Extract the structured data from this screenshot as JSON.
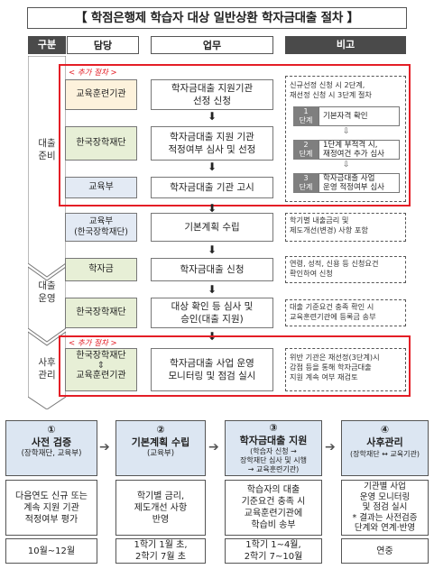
{
  "title": "【 학점은행제 학습자 대상 일반상환 학자금대출 절차 】",
  "headers": {
    "category": "구분",
    "owner": "담당",
    "task": "업무",
    "note": "비고"
  },
  "side_labels": {
    "prep": "대출\n준비",
    "ops": "대출\n운영",
    "post": "사후\n관리"
  },
  "extra_label": "< 추가 절차 >",
  "rows": [
    {
      "org": "교육훈련기관",
      "task": "학자금대출 지원기관\n선정 신청"
    },
    {
      "org": "한국장학재단",
      "task": "학자금대출 지원 기관\n적정여부 심사 및 선정"
    },
    {
      "org": "교육부",
      "task": "학자금대출 기관 고시"
    },
    {
      "org": "교육부\n(한국장학재단)",
      "task": "기본계획 수립",
      "note": "학기별 내출금리 및\n제도개선(변경) 사항 포함"
    },
    {
      "org": "학자금",
      "task": "학자금대출 신청",
      "note": "연령, 성적, 신용 등 신청요건\n확인하여 신청"
    },
    {
      "org": "한국장학재단",
      "task": "대상 확인 등 심사 및\n승인(대출 지원)",
      "note": "대출 기준요건 충족 확인 시\n교육훈련기관에 등록금 송부"
    }
  ],
  "prep_note": "신규선정 신청 시 2단계,\n재선정 신청 시 3단계 절차",
  "stages": [
    {
      "no": "1\n단계",
      "text": "기본자격 확인"
    },
    {
      "no": "2\n단계",
      "text": "1단계 부적격 시,\n재정여건 추가 심사"
    },
    {
      "no": "3\n단계",
      "text": "학자금대출 사업\n운영 적정여부 심사"
    }
  ],
  "post": {
    "org_top": "한국장학재단",
    "org_bottom": "교육훈련기관",
    "link_icon": "⇕",
    "task": "학자금대출 사업 운영\n모니터링 및 점검 실시",
    "note": "위반 기관은 재선정(3단계)시\n감점 등을 통해 학자금대출\n지원 계속 여부 재검토"
  },
  "phases": [
    {
      "num": "①",
      "title": "사전 검증",
      "sub": "(장학재단, 교육부)",
      "desc": "다음연도 신규 또는\n계속 지원 기관\n적정여부 평가",
      "time": "10월~12월"
    },
    {
      "num": "②",
      "title": "기본계획 수립",
      "sub": "(교육부)",
      "desc": "학기별 금리,\n제도개선 사항\n반영",
      "time": "1학기 1월 초,\n2학기 7월 초"
    },
    {
      "num": "③",
      "title": "학자금대출 지원",
      "sub": "(학습자 신청 →\n장학재단 심사 및 시행\n→ 교육훈련기관)",
      "desc": "학습자의 대출\n기준요건 충족 시\n교육훈련기관에\n학습비 송부",
      "time": "1학기 1~4월,\n2학기 7~10월"
    },
    {
      "num": "④",
      "title": "사후관리",
      "sub": "(장학재단 ↔ 교육기관)",
      "desc": "기관별 사업\n운영 모니터링\n및 점검 실시\n* 결과는 사전검증\n단계와 연계·반영",
      "time": "연중"
    }
  ]
}
